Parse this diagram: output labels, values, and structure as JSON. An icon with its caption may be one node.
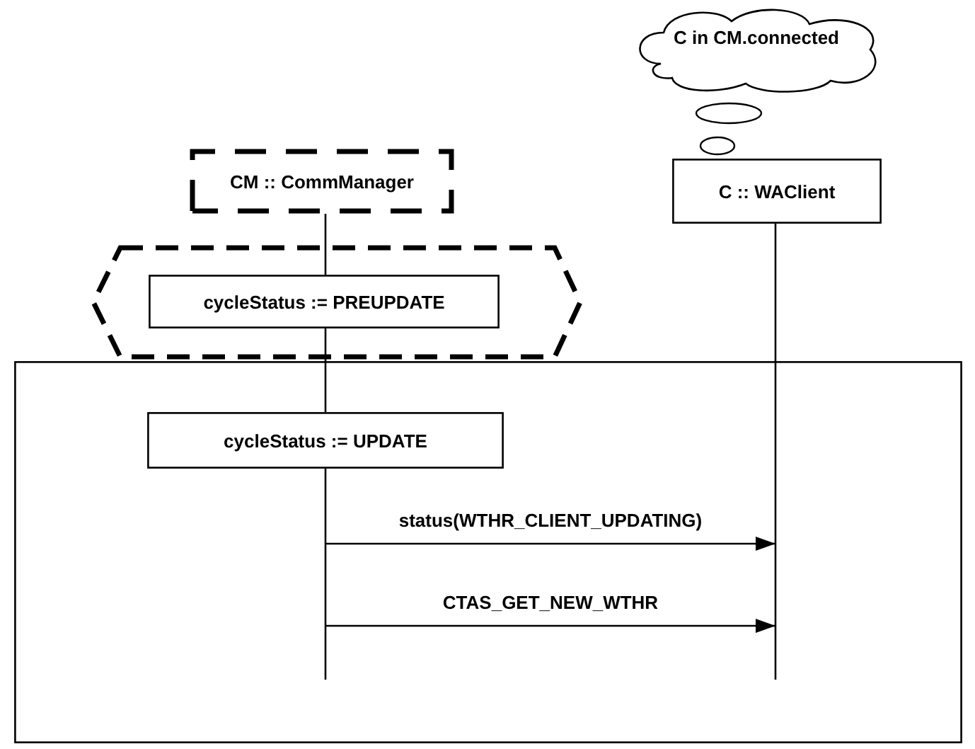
{
  "diagram": {
    "nodes": [
      {
        "text": [
          "C in CM.connected"
        ]
      },
      {
        "text": [
          "CM :: CommManager"
        ]
      },
      {
        "text": [
          "C :: WAClient"
        ]
      },
      {
        "text": [],
        "shape": "hexagon"
      },
      {
        "text": [
          "cycleStatus := PREUPDATE"
        ],
        "in": 3
      },
      {
        "text": [],
        "shape": "box"
      },
      {
        "text": [
          "cycleStatus := UPDATE"
        ],
        "in": 5
      }
    ],
    "edges": [
      {
        "from": 1,
        "to": 2,
        "arrow": "to",
        "label": "status(WTHR_CLIENT_UPDATING)"
      },
      {
        "from": 1,
        "to": 2,
        "arrow": "to",
        "label": "CTAS_GET_NEW_WTHR"
      }
    ]
  }
}
